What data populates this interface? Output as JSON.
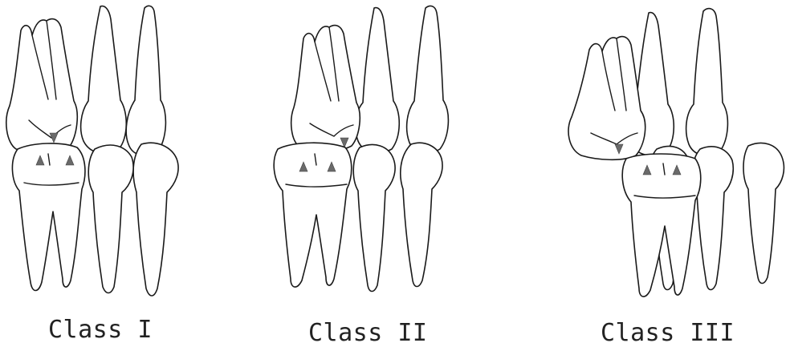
{
  "panels": [
    {
      "label": "Class I"
    },
    {
      "label": "Class II"
    },
    {
      "label": "Class III"
    }
  ],
  "colors": {
    "outline": "#1a1a1a",
    "marker": "#6a6a6a",
    "label": "#222222"
  }
}
